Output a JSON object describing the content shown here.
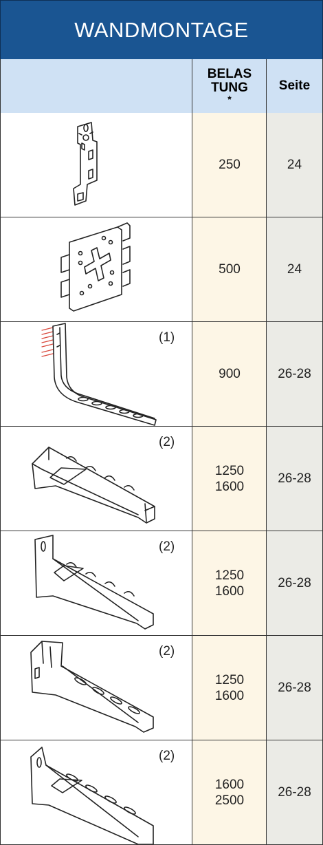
{
  "title": "WANDMONTAGE",
  "header": {
    "load_label_line1": "BELAS",
    "load_label_line2": "TUNG",
    "load_label_mark": "*",
    "page_label": "Seite"
  },
  "rows": [
    {
      "icon": "wall-bracket-small-icon",
      "note": "",
      "load1": "250",
      "load2": "",
      "page": "24"
    },
    {
      "icon": "wall-plate-cross-icon",
      "note": "",
      "load1": "500",
      "load2": "",
      "page": "24"
    },
    {
      "icon": "l-bracket-icon",
      "note": "(1)",
      "load1": "900",
      "load2": "",
      "page": "26-28"
    },
    {
      "icon": "cantilever-bracket-icon",
      "note": "(2)",
      "load1": "1250",
      "load2": "1600",
      "page": "26-28"
    },
    {
      "icon": "cantilever-bracket-plate-icon",
      "note": "(2)",
      "load1": "1250",
      "load2": "1600",
      "page": "26-28"
    },
    {
      "icon": "cantilever-bracket-slotted-icon",
      "note": "(2)",
      "load1": "1250",
      "load2": "1600",
      "page": "26-28"
    },
    {
      "icon": "cantilever-bracket-heavy-icon",
      "note": "(2)",
      "load1": "1600",
      "load2": "2500",
      "page": "26-28"
    }
  ]
}
